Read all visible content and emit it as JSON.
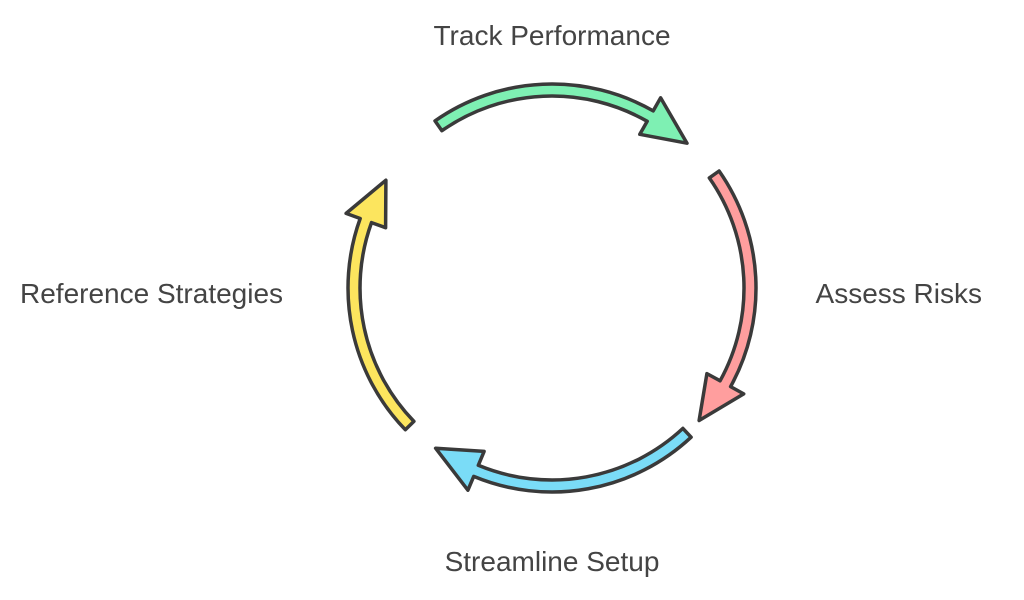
{
  "diagram": {
    "stages": [
      {
        "id": "top",
        "label": "Track Performance",
        "color": "#7EF0B3"
      },
      {
        "id": "right",
        "label": "Assess Risks",
        "color": "#FF9E9E"
      },
      {
        "id": "bottom",
        "label": "Streamline Setup",
        "color": "#7ADCF7"
      },
      {
        "id": "left",
        "label": "Reference Strategies",
        "color": "#FCE55E"
      }
    ],
    "outline_color": "#3a3a3a",
    "label_color": "#444444"
  }
}
